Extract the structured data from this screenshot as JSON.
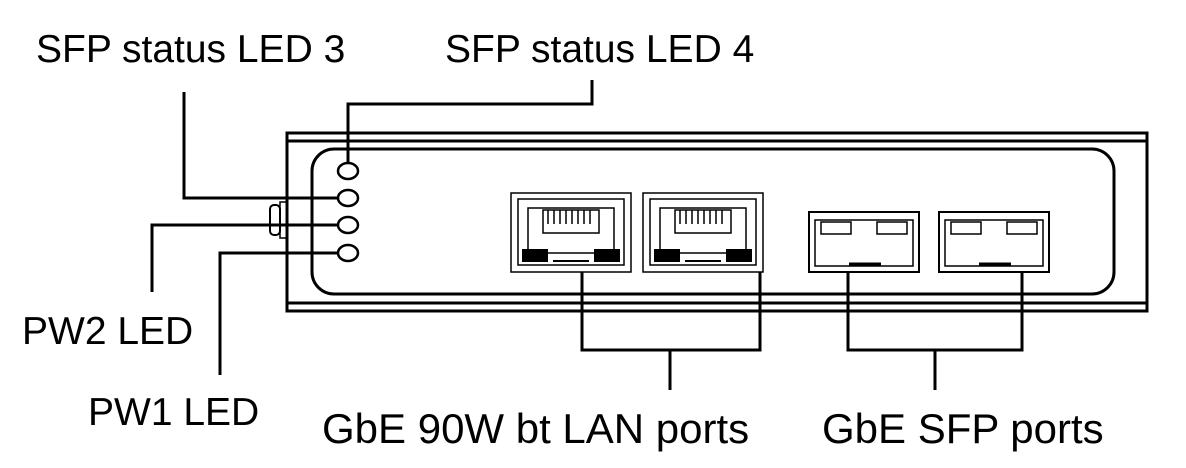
{
  "labels": {
    "sfp_led3": "SFP status LED 3",
    "sfp_led4": "SFP status LED 4",
    "pw2_led": "PW2 LED",
    "pw1_led": "PW1 LED",
    "lan_ports": "GbE 90W bt LAN ports",
    "sfp_ports": "GbE SFP ports"
  },
  "colors": {
    "line": "#000000",
    "background": "#ffffff"
  }
}
